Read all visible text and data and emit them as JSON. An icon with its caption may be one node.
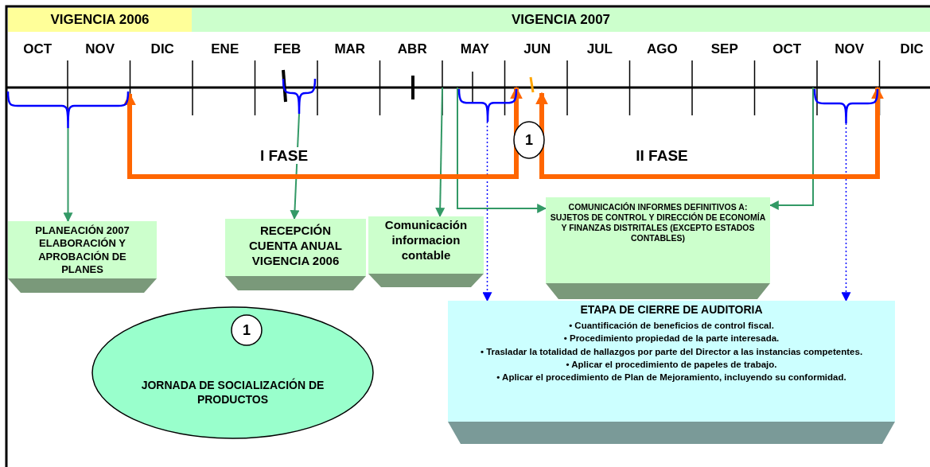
{
  "diagram": {
    "nodes": [
      {
        "text": [
          "VIGENCIA 2006"
        ]
      },
      {
        "text": [
          "VIGENCIA 2007"
        ]
      },
      {
        "text": [],
        "shape": "brace"
      },
      {
        "text": [],
        "shape": "brace"
      },
      {
        "text": [],
        "shape": "brace"
      },
      {
        "text": [],
        "shape": "brace"
      },
      {
        "text": [
          "1"
        ]
      },
      {
        "text": [
          "PLANEACIÓN 2007 ELABORACIÓN Y APROBACIÓN DE PLANES"
        ]
      },
      {
        "text": [
          "RECEPCIÓN CUENTA ANUAL VIGENCIA 2006"
        ]
      },
      {
        "text": [
          "Comunicación informacion contable"
        ]
      },
      {
        "text": [
          "COMUNICACIÓN INFORMES DEFINITIVOS A: SUJETOS DE CONTROL Y DIRECCIÓN DE ECONOMÍA Y FINANZAS DISTRITALES (EXCEPTO ESTADOS CONTABLES)"
        ]
      },
      {
        "text": [
          "ETAPA DE CIERRE DE AUDITORIA",
          "• Cuantificación de beneficios de control fiscal.",
          "• Procedimiento propiedad de la parte interesada.",
          "• Trasladar la totalidad de hallazgos por parte del Director a las instancias competentes.",
          "• Aplicar el procedimiento de papeles de trabajo.",
          "• Aplicar el procedimiento de Plan de Mejoramiento, incluyendo su conformidad."
        ]
      },
      {
        "text": [
          "JORNADA DE SOCIALIZACIÓN DE PRODUCTOS"
        ]
      },
      {
        "text": [
          "1"
        ],
        "in": 12
      },
      {
        "text": [],
        "shape": "bar"
      }
    ],
    "edges": [
      {
        "from": 2,
        "to": 7,
        "arrow": "to"
      },
      {
        "from": 3,
        "to": 8,
        "arrow": "to"
      },
      {
        "from": null,
        "to": 9,
        "arrow": "to"
      },
      {
        "from": 4,
        "to": 10,
        "arrow": "to"
      },
      {
        "from": 5,
        "to": 10,
        "arrow": "to"
      },
      {
        "from": 4,
        "to": 11,
        "arrow": "to",
        "style": "dashed",
        "color": "#0000ff"
      },
      {
        "from": 5,
        "to": 11,
        "arrow": "to",
        "style": "dashed",
        "color": "#0000ff"
      },
      {
        "from": 2,
        "to": 4,
        "arrow": "both",
        "label": "I FASE",
        "style": "thick",
        "color": "#ff6600"
      },
      {
        "from": 14,
        "to": 5,
        "arrow": "both",
        "label": "II FASE",
        "style": "thick",
        "color": "#ff6600"
      }
    ],
    "labels": [
      "OCT",
      "NOV",
      "DIC",
      "ENE",
      "FEB",
      "MAR",
      "ABR",
      "MAY",
      "JUN",
      "JUL",
      "AGO",
      "SEP",
      "OCT",
      "NOV",
      "DIC"
    ]
  }
}
